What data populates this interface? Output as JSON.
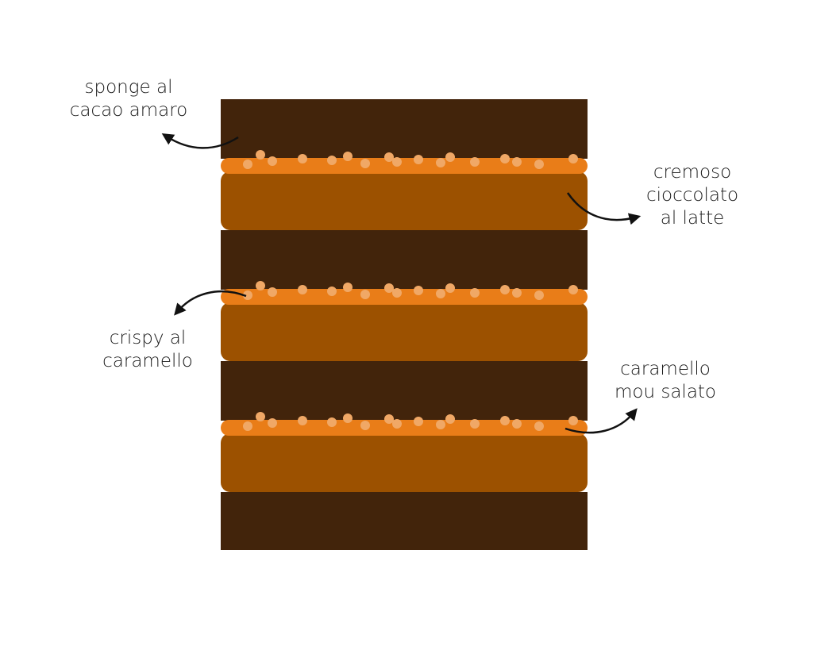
{
  "labels": {
    "sponge": {
      "line1": "sponge al",
      "line2": "cacao amaro"
    },
    "cremoso": {
      "line1": "cremoso",
      "line2": "cioccolato",
      "line3": "al latte"
    },
    "crispy": {
      "line1": "crispy al",
      "line2": "caramello"
    },
    "caramello": {
      "line1": "caramello",
      "line2": "mou salato"
    }
  },
  "colors": {
    "sponge": "#42240b",
    "cremoso": "#9c5100",
    "caramel_band": "#e97d18",
    "crispy_dot": "#f0a866",
    "arrow": "#111111",
    "background": "#ffffff"
  },
  "layers_order": [
    "sponge",
    "caramel",
    "cremoso",
    "sponge",
    "caramel",
    "cremoso",
    "sponge",
    "caramel",
    "cremoso",
    "sponge"
  ]
}
